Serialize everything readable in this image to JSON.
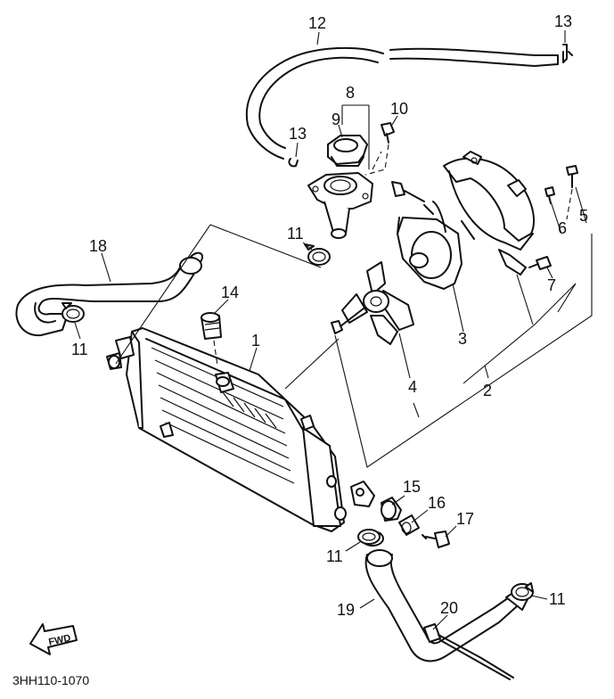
{
  "drawing_code": "3HH110-1070",
  "fwd_arrow_label": "FWD",
  "callouts": {
    "c1": "1",
    "c2": "2",
    "c3": "3",
    "c4": "4",
    "c5": "5",
    "c6": "6",
    "c7": "7",
    "c8": "8",
    "c9": "9",
    "c10": "10",
    "c11a": "11",
    "c11b": "11",
    "c11c": "11",
    "c11d": "11",
    "c12": "12",
    "c13a": "13",
    "c13b": "13",
    "c14": "14",
    "c15": "15",
    "c16": "16",
    "c17": "17",
    "c18": "18",
    "c19": "19",
    "c20": "20"
  }
}
